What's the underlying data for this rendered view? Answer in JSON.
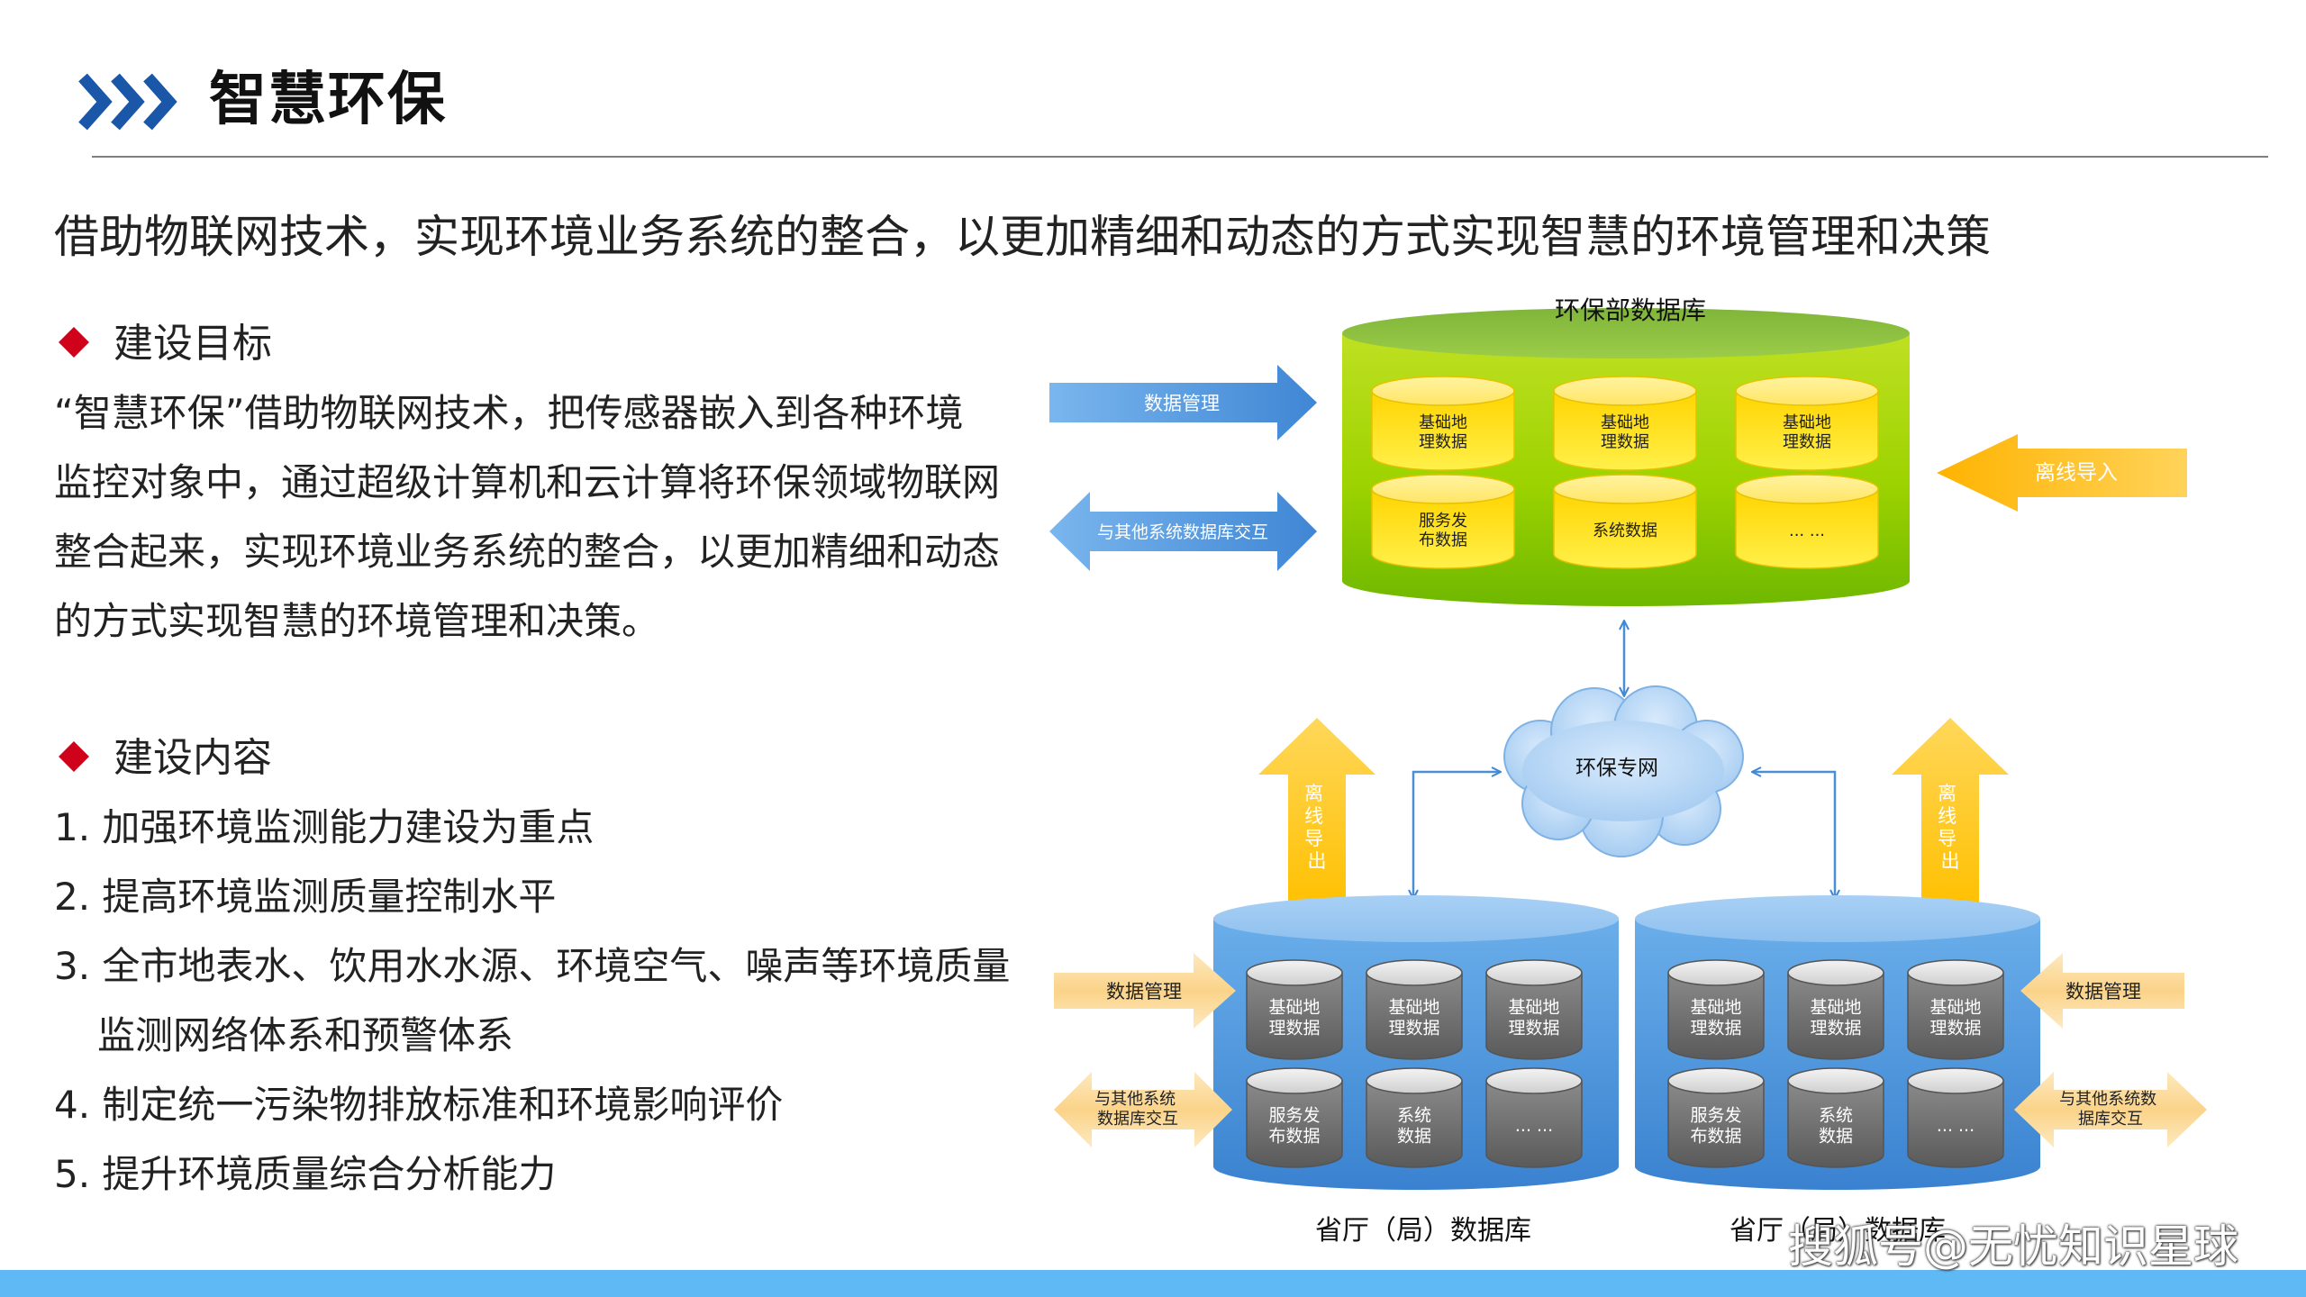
{
  "header": {
    "title": "智慧环保",
    "subtitle": "借助物联网技术，实现环境业务系统的整合，以更加精细和动态的方式实现智慧的环境管理和决策",
    "accent_color": "#1a57a8",
    "bullet_color": "#d0021b"
  },
  "goals": {
    "heading": "建设目标",
    "lines": [
      "“智慧环保”借助物联网技术，把传感器嵌入到各种环境",
      "监控对象中，通过超级计算机和云计算将环保领域物联网",
      "整合起来，实现环境业务系统的整合，以更加精细和动态",
      "的方式实现智慧的环境管理和决策。"
    ]
  },
  "contents": {
    "heading": "建设内容",
    "items": [
      "1. 加强环境监测能力建设为重点",
      "2. 提高环境监测质量控制水平",
      "3. 全市地表水、饮用水水源、环境空气、噪声等环境质量",
      "监测网络体系和预警体系",
      "4. 制定统一污染物排放标准和环境影响评价",
      "5. 提升环境质量综合分析能力"
    ]
  },
  "diagram": {
    "top_db": {
      "label": "环保部数据库",
      "cells": [
        [
          "基础地",
          "理数据"
        ],
        [
          "基础地",
          "理数据"
        ],
        [
          "基础地",
          "理数据"
        ],
        [
          "服务发",
          "布数据"
        ],
        [
          "系统数据"
        ],
        [
          "... ..."
        ]
      ]
    },
    "top_arrows": {
      "data_mgmt": "数据管理",
      "interact": "与其他系统数据库交互",
      "offline_import": "离线导入"
    },
    "cloud": "环保专网",
    "offline_export": [
      "离",
      "线",
      "导",
      "出"
    ],
    "left_db": {
      "label": "省厅（局）数据库",
      "cells": [
        [
          "基础地",
          "理数据"
        ],
        [
          "基础地",
          "理数据"
        ],
        [
          "基础地",
          "理数据"
        ],
        [
          "服务发",
          "布数据"
        ],
        [
          "系统",
          "数据"
        ],
        [
          "... ..."
        ]
      ],
      "arrow_mgmt": "数据管理",
      "arrow_interact": [
        "与其他系统",
        "数据库交互"
      ]
    },
    "right_db": {
      "label": "省厅（局）数据库",
      "cells": [
        [
          "基础地",
          "理数据"
        ],
        [
          "基础地",
          "理数据"
        ],
        [
          "基础地",
          "理数据"
        ],
        [
          "服务发",
          "布数据"
        ],
        [
          "系统",
          "数据"
        ],
        [
          "... ..."
        ]
      ],
      "arrow_mgmt": "数据管理",
      "arrow_interact": [
        "与其他系统数",
        "据库交互"
      ]
    }
  },
  "watermark": "搜狐号@无忧知识星球"
}
